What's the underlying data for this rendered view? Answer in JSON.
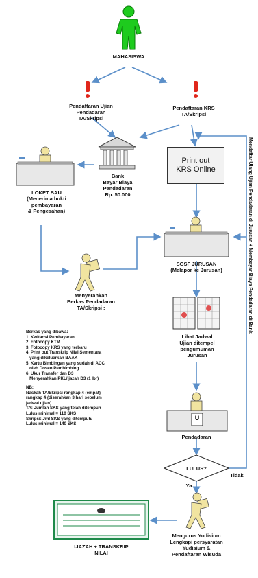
{
  "nodes": {
    "student": "MAHASISWA",
    "exam_reg": "Pendaftaran Ujian\nPendadaran\nTA/Skripsi",
    "krs_reg": "Pendaftaran KRS\nTA/Skripsi",
    "bank": "Bank\nBayar Biaya\nPendadaran\nRp. 50.000",
    "print_krs": "Print out\nKRS Online",
    "loket": "LOKET BAU\n(Menerima bukti\npembayaran\n& Pengesahan)",
    "jurusan": "SGSF JURUSAN\n(Melapor ke Jurusan)",
    "submit": "Menyerahkan\nBerkas Pendadaran\nTA/Skripsi :",
    "schedule": "Lihat Jadwal\nUjian ditempel\npengumuman\nJurusan",
    "exam": "Pendadaran",
    "exam_icon": "U",
    "decision": "LULUS?",
    "yes": "Ya",
    "no": "Tidak",
    "yudisium": "Mengurus Yudisium\nLengkapi persyaratan\nYudisium &\nPendaftaran Wisuda",
    "ijazah": "IJAZAH + TRANSKRIP\nNILAI",
    "side_note": "Mendaftar Ulang Ujian Pendadaran di Jurusan + Membayar Biaya Pendadaran di Bank"
  },
  "requirements": {
    "title": "Berkas yang dibawa:",
    "items": [
      "1. Kwitansi Pembayaran",
      "2. Fotocopy KTM",
      "3. Fotocopy KRS yang terbaru",
      "4. Print out Transkrip Nilai Sementara",
      "   yang dikeluarkan BAAK",
      "5. Kartu Bimbingan yang sudah di ACC",
      "   oleh Dosen Pembimbing",
      "6. Ukur Transfer dan D3",
      "   Menyerahkan PKL/ijazah D3 (1 lbr)"
    ],
    "note_title": "NB:",
    "notes": [
      "Naskah TA/Skripsi rangkap 4 (empat)",
      "rangkap 4 (diserahkan 3 hari sebelum",
      "jadwal ujian)",
      "TA: Jumlah SKS yang telah ditempuh",
      "Lulus minimal = 110 SKS",
      "Skripsi: Jml SKS yang ditempuh/",
      "Lulus minimal = 140 SKS"
    ]
  },
  "colors": {
    "arrow": "#5b8fc9",
    "figure_green": "#1ecb1e",
    "figure_yellow": "#f1e4a0",
    "alert_red": "#e0261b"
  }
}
